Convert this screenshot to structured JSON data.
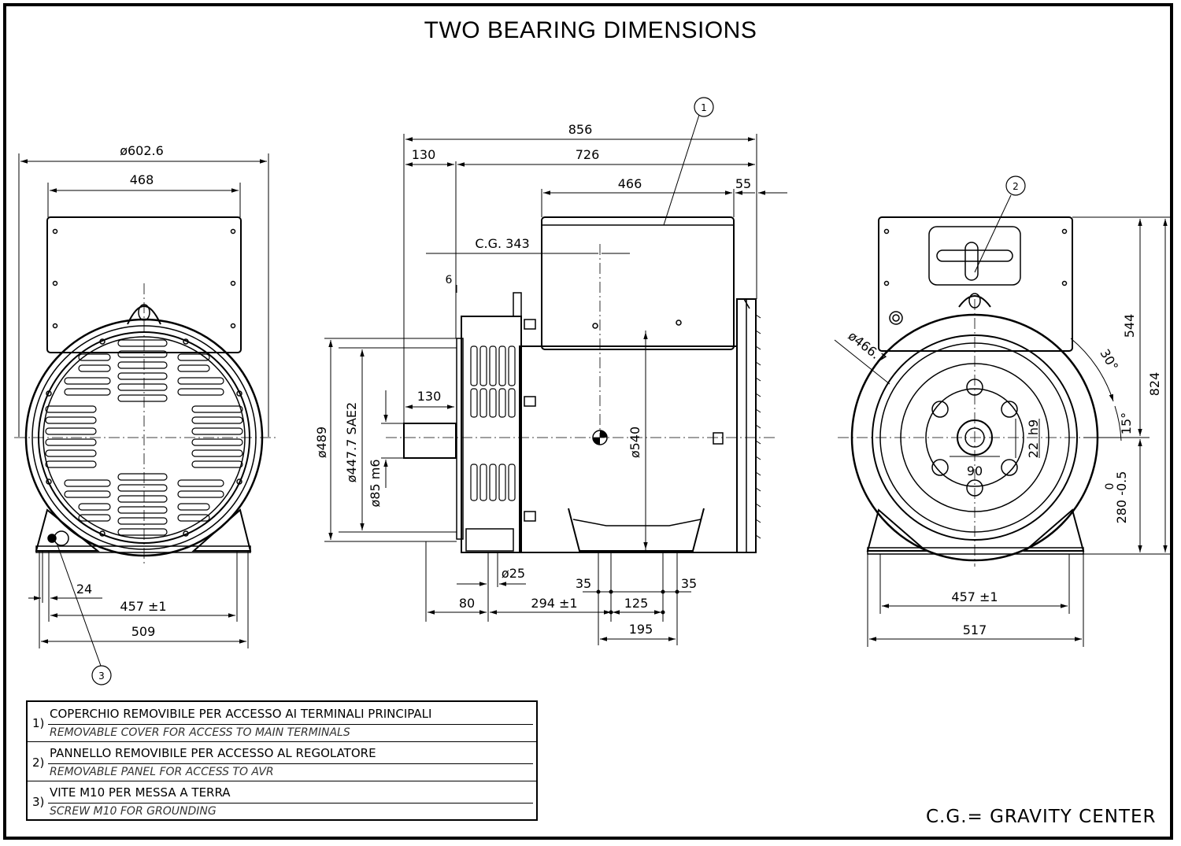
{
  "title": "TWO BEARING DIMENSIONS",
  "front_view": {
    "dims": [
      "ø602.6",
      "468",
      "24",
      "457 ±1",
      "509"
    ],
    "callout": "3"
  },
  "side_view": {
    "dims": [
      "856",
      "130",
      "726",
      "466",
      "55",
      "C.G. 343",
      "6",
      "130",
      "ø489",
      "ø447.7  SAE2",
      "ø85  m6",
      "ø540",
      "ø25",
      "80",
      "294 ±1",
      "35",
      "125",
      "35",
      "195"
    ],
    "callout": "1"
  },
  "rear_view": {
    "dims": [
      "ø466.7",
      "30°",
      "15°",
      "544",
      "824",
      "h9",
      "22",
      "90",
      "0",
      "280 -0.5",
      "457 ±1",
      "517"
    ],
    "callout": "2"
  },
  "legend": [
    {
      "num": "1)",
      "it": "COPERCHIO REMOVIBILE PER ACCESSO AI TERMINALI PRINCIPALI",
      "en": "REMOVABLE COVER  FOR ACCESS TO MAIN TERMINALS"
    },
    {
      "num": "2)",
      "it": "PANNELLO REMOVIBILE PER ACCESSO AL REGOLATORE",
      "en": "REMOVABLE PANEL FOR ACCESS TO AVR"
    },
    {
      "num": "3)",
      "it": "VITE M10 PER MESSA A TERRA",
      "en": "SCREW M10 FOR GROUNDING"
    }
  ],
  "note": "C.G.= GRAVITY CENTER"
}
